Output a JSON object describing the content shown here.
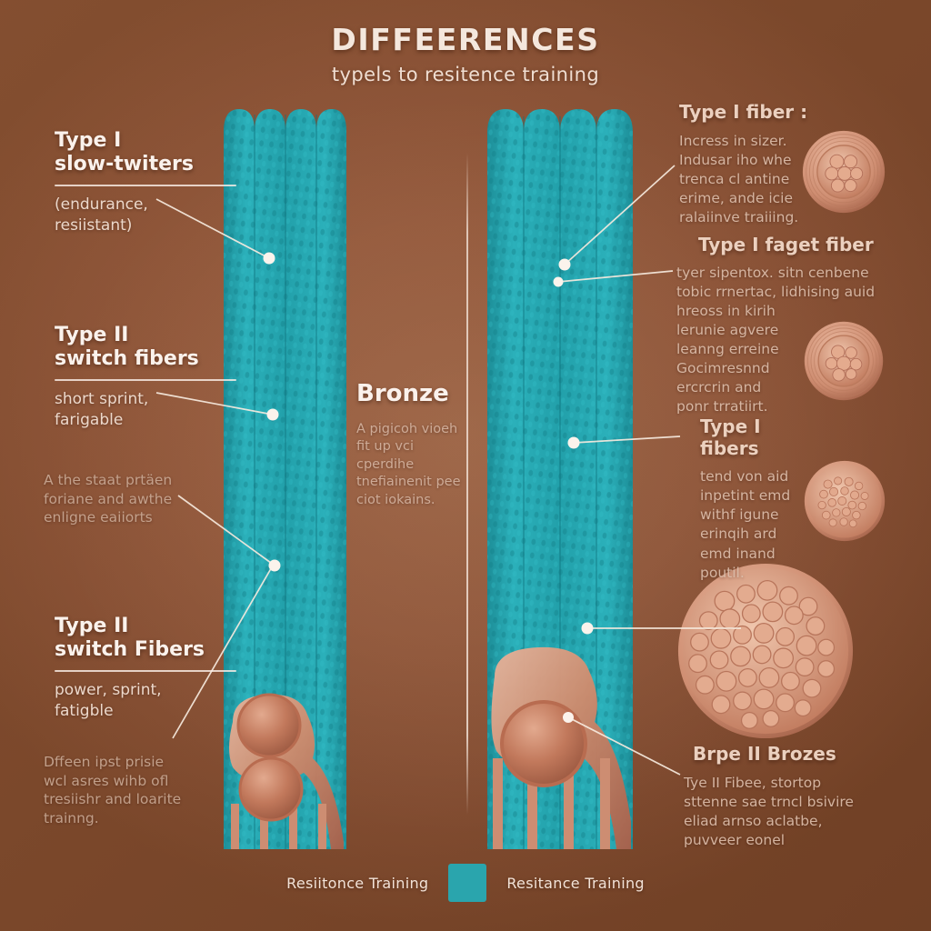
{
  "title": {
    "main": "DIFFEERENCES",
    "sub": "typels to resitence training"
  },
  "colors": {
    "background_brown": "#96593b",
    "muscle_teal": "#1f9ca6",
    "fiber_salmon": "#cd8468",
    "text_cream": "#f4e7dd"
  },
  "left_column": {
    "type1": {
      "heading_line1": "Type I",
      "heading_line2": "slow-twiters",
      "body_line1": "(endurance,",
      "body_line2": "resiistant)"
    },
    "type2_short": {
      "heading_line1": "Type II",
      "heading_line2": "switch fibers",
      "body_line1": "short sprint,",
      "body_line2": "farigable"
    },
    "note_middle": {
      "line1": "A the staat prtäen",
      "line2": "foriane and awthe",
      "line3": "enligne eaiiorts"
    },
    "type2_power": {
      "heading_line1": "Type II",
      "heading_line2": "switch Fibers",
      "body_line1": "power, sprint,",
      "body_line2": "fatigble"
    },
    "note_bottom": {
      "line1": "Dffeen ipst prisie",
      "line2": "wcl asres wihb ofl",
      "line3": "tresiishr and loarite",
      "line4": "trainng."
    }
  },
  "center": {
    "heading": "Bronze",
    "body_line1": "A pigicoh vioeh",
    "body_line2": "fit up vci cperdihe",
    "body_line3": "tnefiainenit pee",
    "body_line4": "ciot iokains."
  },
  "right_column": {
    "type1_fiber": {
      "heading": "Type I fiber :",
      "body_line1": "Incress in sizer.",
      "body_line2": "Indusar iho whe",
      "body_line3": "trenca cl antine",
      "body_line4": "erime, ande icie",
      "body_line5": "ralaiinve traiiing."
    },
    "type1_faget": {
      "heading": "Type I faget fiber",
      "body_line1": "tyer sipentox. sitn cenbene",
      "body_line2": "tobic rrnertac, lidhising auid",
      "body_line3": "hreoss in kirih",
      "body_line4": "lerunie agvere",
      "body_line5": "leanng erreine",
      "body_line6": "Gocimresnnd",
      "body_line7": "ercrcrin and",
      "body_line8": "ponr trratiirt."
    },
    "type1_fibers": {
      "heading": "Type I fibers",
      "body_line1": "tend von aid",
      "body_line2": "inpetint emd",
      "body_line3": "withf igune",
      "body_line4": "erinqih ard",
      "body_line5": "emd inand",
      "body_line6": "poutil."
    },
    "type2_bronze": {
      "heading": "Brpe II Brozes",
      "body_line1": "Tye II Fibee, stortop",
      "body_line2": "sttenne sae trncl bsivire",
      "body_line3": "eliad arnso aclatbe,",
      "body_line4": "puvveer eonel"
    }
  },
  "legend": {
    "left_label": "Resiitonce Training",
    "right_label": "Resitance Training",
    "swatch_color": "#2aa5ad"
  },
  "icons": {
    "inset_a": "muscle-cross-section-small",
    "inset_b": "muscle-cross-section-small",
    "inset_c": "muscle-cross-section-dense",
    "inset_big": "muscle-cross-section-large",
    "muscle_left": "muscle-fiber-bundle-left",
    "muscle_right": "muscle-fiber-bundle-right"
  }
}
